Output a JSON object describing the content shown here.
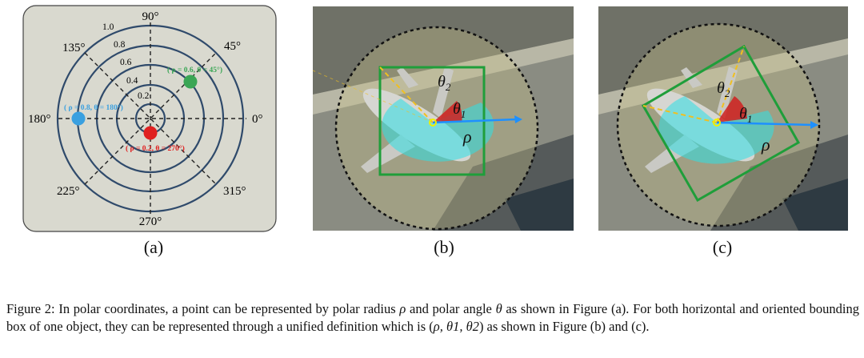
{
  "panel_a": {
    "angles": {
      "a90": "90°",
      "a45": "45°",
      "a0": "0°",
      "a315": "315°",
      "a270": "270°",
      "a225": "225°",
      "a180": "180°",
      "a135": "135°"
    },
    "radii": {
      "r10": "1.0",
      "r08": "0.8",
      "r06": "0.6",
      "r04": "0.4",
      "r02": "0.2"
    },
    "points": {
      "green": "( ρ = 0.6,  θ = 45°)",
      "blue": "( ρ = 0.8,  θ = 180°)",
      "red": "( ρ = 0.2,  θ = 270°)"
    },
    "colors": {
      "background": "#d9d9cf",
      "rings": "#2f4a6b",
      "green": "#3aa655",
      "blue": "#3aa0e0",
      "red": "#e02020"
    }
  },
  "panel_b": {
    "theta2": "θ",
    "theta2_sub": "2",
    "theta1": "θ",
    "theta1_sub": "1",
    "rho": "ρ"
  },
  "panel_c": {
    "theta2": "θ",
    "theta2_sub": "2",
    "theta1": "θ",
    "theta1_sub": "1",
    "rho": "ρ"
  },
  "labels": {
    "a": "(a)",
    "b": "(b)",
    "c": "(c)"
  },
  "caption": {
    "prefix": "Figure 2: In polar coordinates, a point can be represented by polar radius ",
    "rho": "ρ",
    "mid1": " and polar angle ",
    "theta": "θ",
    "mid2": " as shown in Figure (a). For both horizontal and oriented bounding box of one object, they can be represented through a unified definition which is (",
    "tuple": "ρ, θ1, θ2",
    "suffix": ") as shown in Figure (b) and (c)."
  }
}
